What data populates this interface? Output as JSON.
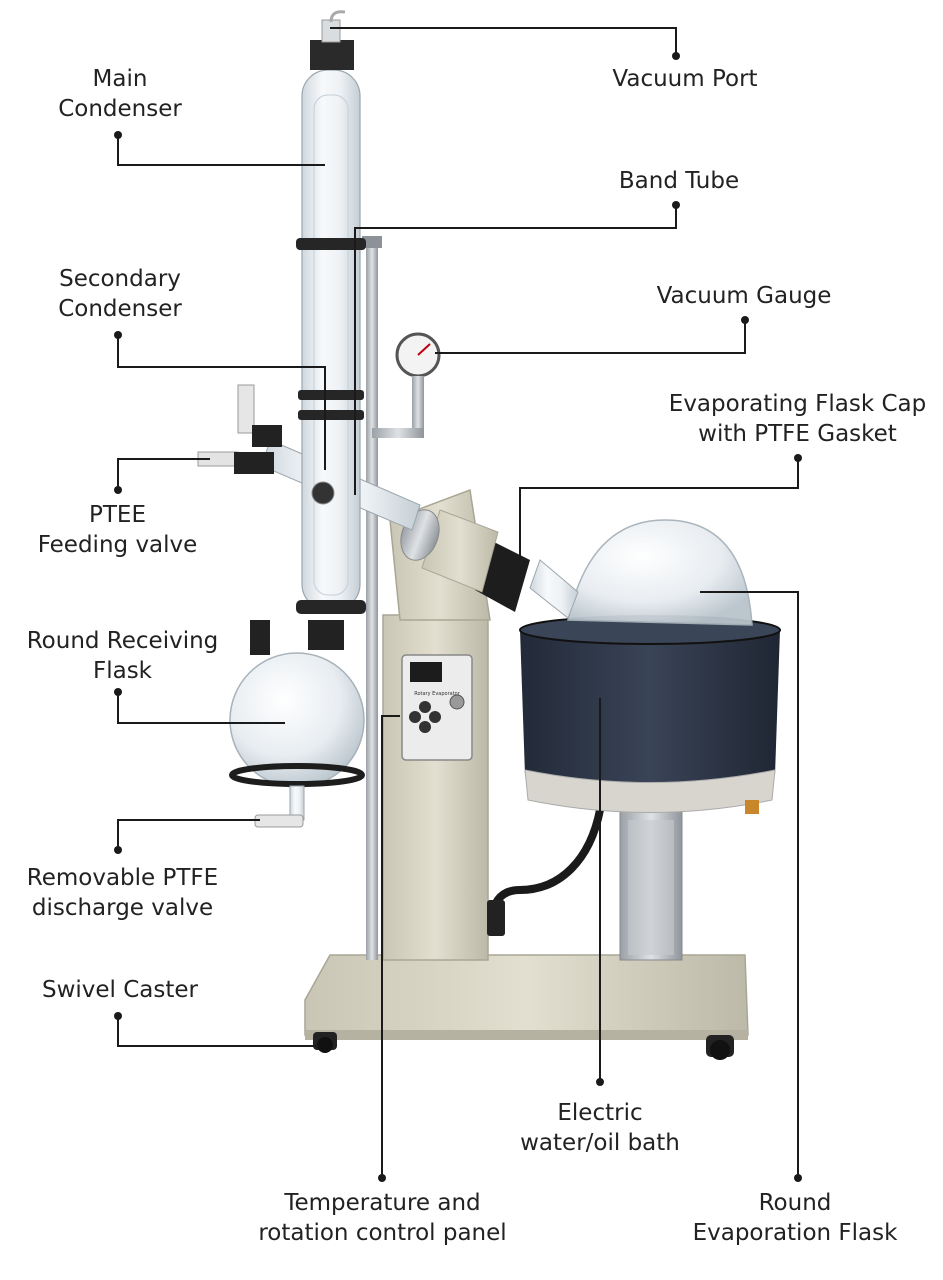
{
  "labels": {
    "main_condenser": [
      "Main",
      "Condenser"
    ],
    "vacuum_port": [
      "Vacuum Port"
    ],
    "band_tube": [
      "Band Tube"
    ],
    "secondary_condenser": [
      "Secondary",
      "Condenser"
    ],
    "vacuum_gauge": [
      "Vacuum Gauge"
    ],
    "evaporating_flask_cap": [
      "Evaporating Flask Cap",
      "with PTFE Gasket"
    ],
    "ptee_feeding_valve": [
      "PTEE",
      "Feeding valve"
    ],
    "round_receiving_flask": [
      "Round Receiving",
      "Flask"
    ],
    "removable_discharge_valve": [
      "Removable PTFE",
      "discharge valve"
    ],
    "swivel_caster": [
      "Swivel Caster"
    ],
    "electric_bath": [
      "Electric",
      "water/oil bath"
    ],
    "control_panel": [
      "Temperature and",
      "rotation control panel"
    ],
    "round_evaporation_flask": [
      "Round",
      "Evaporation Flask"
    ]
  },
  "device": {
    "panel_brand": "Rotary Evaporator"
  },
  "colors": {
    "leader": "#1a1a1a",
    "frame": "#d8d5c5",
    "bath": "#2d3546",
    "bath_rim": "#cfcdc6",
    "glass": "#e9eef2",
    "metal": "#b9bcc0"
  }
}
